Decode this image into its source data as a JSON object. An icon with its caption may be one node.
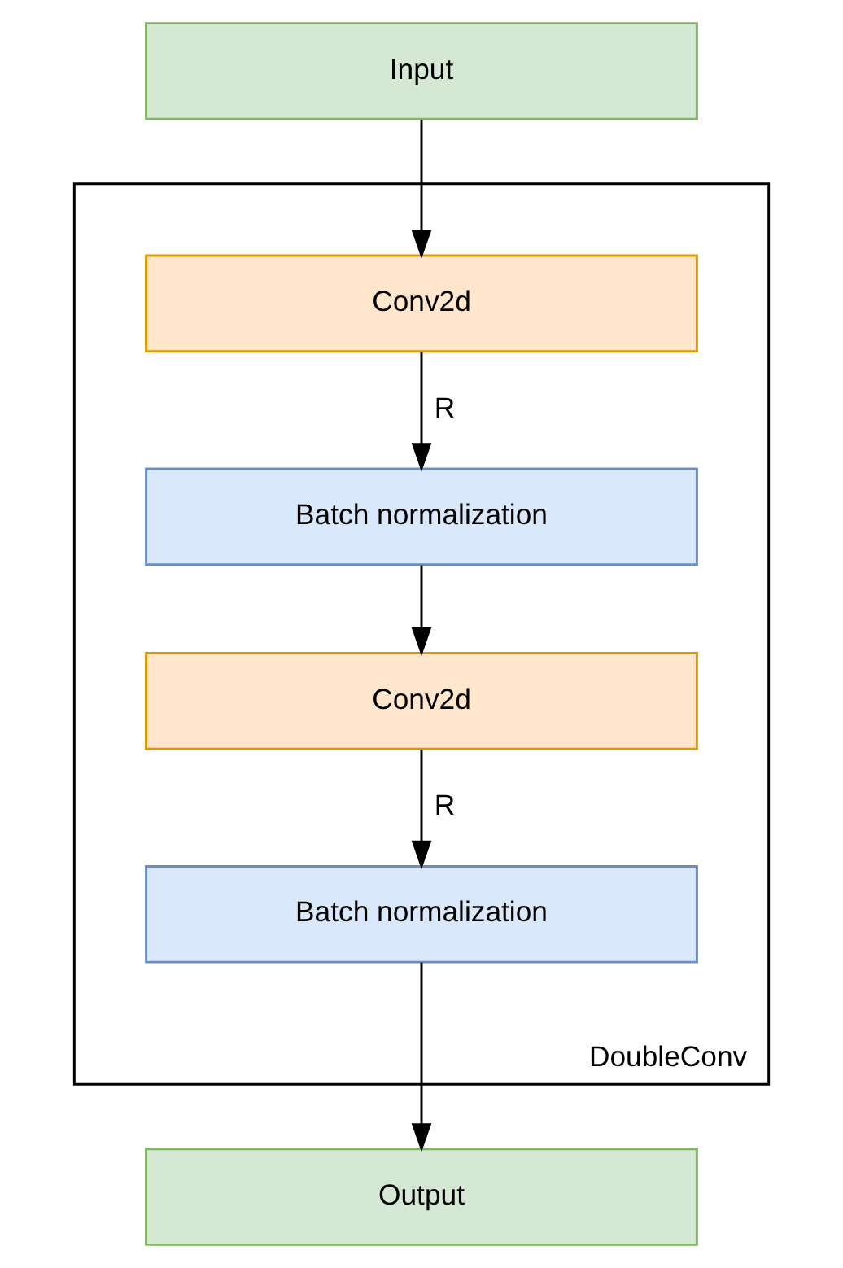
{
  "diagram": {
    "nodes": [
      {
        "text": [
          "Input"
        ]
      },
      {
        "text": [
          "DoubleConv"
        ]
      },
      {
        "text": [
          "Conv2d"
        ],
        "in": 1
      },
      {
        "text": [
          "Batch normalization"
        ],
        "in": 1
      },
      {
        "text": [
          "Conv2d"
        ],
        "in": 1
      },
      {
        "text": [
          "Batch normalization"
        ],
        "in": 1
      },
      {
        "text": [
          "Output"
        ]
      }
    ],
    "edges": [
      {
        "from": 0,
        "to": 2,
        "arrow": "to"
      },
      {
        "from": 2,
        "to": 3,
        "arrow": "to",
        "label": "R"
      },
      {
        "from": 3,
        "to": 4,
        "arrow": "to"
      },
      {
        "from": 4,
        "to": 5,
        "arrow": "to",
        "label": "R"
      },
      {
        "from": 5,
        "to": 6,
        "arrow": "to"
      }
    ]
  }
}
